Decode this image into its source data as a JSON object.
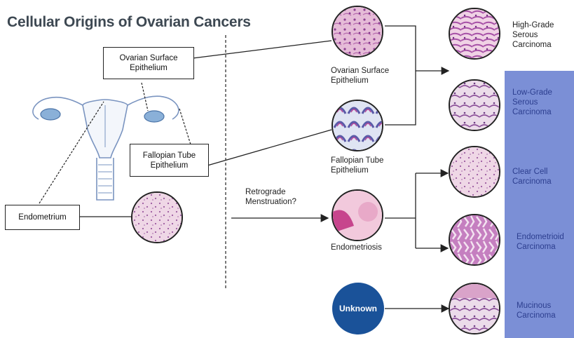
{
  "title": "Cellular Origins of Ovarian Cancers",
  "left_labels": {
    "ovarian_surface_box": "Ovarian Surface\nEpithelium",
    "fallopian_box": "Fallopian Tube\nEpithelium",
    "endometrium_box": "Endometrium"
  },
  "middle_labels": {
    "ovarian_surface": "Ovarian Surface\nEpithelium",
    "fallopian_tube": "Fallopian Tube\nEpithelium",
    "retrograde": "Retrograde\nMenstruation?",
    "endometriosis": "Endometriosis",
    "unknown": "Unknown"
  },
  "cancers": [
    {
      "label": "High-Grade\nSerous\nCarcinoma"
    },
    {
      "label": "Low-Grade\nSerous\nCarcinoma"
    },
    {
      "label": "Clear Cell\nCarcinoma"
    },
    {
      "label": "Endometrioid\nCarcinoma"
    },
    {
      "label": "Mucinous\nCarcinoma"
    }
  ],
  "colors": {
    "panel": "#7b8fd6",
    "panel_text": "#2c3e8f",
    "unknown_fill": "#1a5299",
    "tissue_pink": "#d9a9c7",
    "tissue_purple": "#9a4a9e",
    "uterus_line": "#7a94c0",
    "ovary_fill": "#8ab0d8"
  }
}
